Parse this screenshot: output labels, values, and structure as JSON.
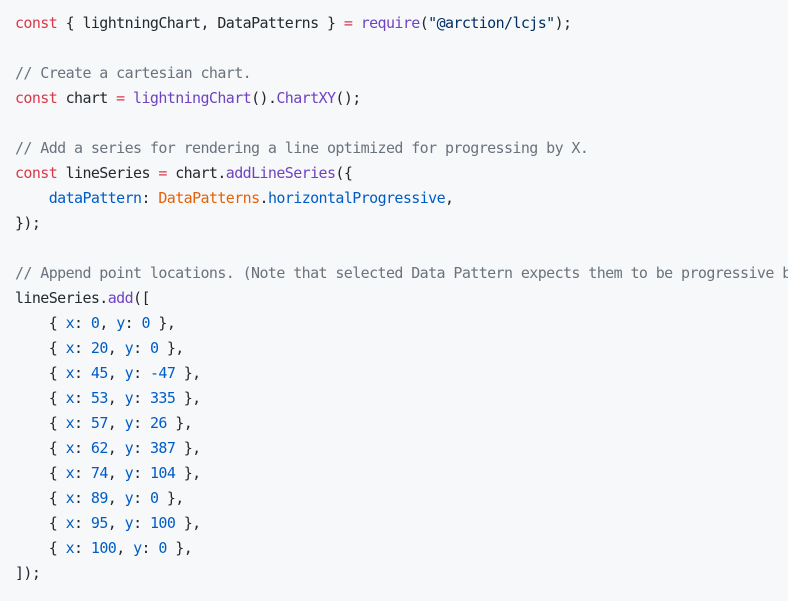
{
  "code": {
    "language": "javascript",
    "lines": [
      [
        [
          "kw",
          "const"
        ],
        [
          "plain",
          " { lightningChart, DataPatterns } "
        ],
        [
          "kw",
          "="
        ],
        [
          "plain",
          " "
        ],
        [
          "fn",
          "require"
        ],
        [
          "plain",
          "("
        ],
        [
          "str",
          "\"@arction/lcjs\""
        ],
        [
          "plain",
          ");"
        ]
      ],
      [],
      [
        [
          "cmt",
          "// Create a cartesian chart."
        ]
      ],
      [
        [
          "kw",
          "const"
        ],
        [
          "plain",
          " chart "
        ],
        [
          "kw",
          "="
        ],
        [
          "plain",
          " "
        ],
        [
          "fn",
          "lightningChart"
        ],
        [
          "plain",
          "()."
        ],
        [
          "fn",
          "ChartXY"
        ],
        [
          "plain",
          "();"
        ]
      ],
      [],
      [
        [
          "cmt",
          "// Add a series for rendering a line optimized for progressing by X."
        ]
      ],
      [
        [
          "kw",
          "const"
        ],
        [
          "plain",
          " lineSeries "
        ],
        [
          "kw",
          "="
        ],
        [
          "plain",
          " chart."
        ],
        [
          "fn",
          "addLineSeries"
        ],
        [
          "plain",
          "({"
        ]
      ],
      [
        [
          "plain",
          "    "
        ],
        [
          "prop",
          "dataPattern"
        ],
        [
          "plain",
          ": "
        ],
        [
          "cls",
          "DataPatterns"
        ],
        [
          "plain",
          "."
        ],
        [
          "prop",
          "horizontalProgressive"
        ],
        [
          "plain",
          ","
        ]
      ],
      [
        [
          "plain",
          "});"
        ]
      ],
      [],
      [
        [
          "cmt",
          "// Append point locations. (Note that selected Data Pattern expects them to be progressive by X)"
        ]
      ],
      [
        [
          "plain",
          "lineSeries."
        ],
        [
          "fn",
          "add"
        ],
        [
          "plain",
          "(["
        ]
      ],
      [
        [
          "plain",
          "    { "
        ],
        [
          "prop",
          "x"
        ],
        [
          "plain",
          ": "
        ],
        [
          "num",
          "0"
        ],
        [
          "plain",
          ", "
        ],
        [
          "prop",
          "y"
        ],
        [
          "plain",
          ": "
        ],
        [
          "num",
          "0"
        ],
        [
          "plain",
          " },"
        ]
      ],
      [
        [
          "plain",
          "    { "
        ],
        [
          "prop",
          "x"
        ],
        [
          "plain",
          ": "
        ],
        [
          "num",
          "20"
        ],
        [
          "plain",
          ", "
        ],
        [
          "prop",
          "y"
        ],
        [
          "plain",
          ": "
        ],
        [
          "num",
          "0"
        ],
        [
          "plain",
          " },"
        ]
      ],
      [
        [
          "plain",
          "    { "
        ],
        [
          "prop",
          "x"
        ],
        [
          "plain",
          ": "
        ],
        [
          "num",
          "45"
        ],
        [
          "plain",
          ", "
        ],
        [
          "prop",
          "y"
        ],
        [
          "plain",
          ": "
        ],
        [
          "num",
          "-47"
        ],
        [
          "plain",
          " },"
        ]
      ],
      [
        [
          "plain",
          "    { "
        ],
        [
          "prop",
          "x"
        ],
        [
          "plain",
          ": "
        ],
        [
          "num",
          "53"
        ],
        [
          "plain",
          ", "
        ],
        [
          "prop",
          "y"
        ],
        [
          "plain",
          ": "
        ],
        [
          "num",
          "335"
        ],
        [
          "plain",
          " },"
        ]
      ],
      [
        [
          "plain",
          "    { "
        ],
        [
          "prop",
          "x"
        ],
        [
          "plain",
          ": "
        ],
        [
          "num",
          "57"
        ],
        [
          "plain",
          ", "
        ],
        [
          "prop",
          "y"
        ],
        [
          "plain",
          ": "
        ],
        [
          "num",
          "26"
        ],
        [
          "plain",
          " },"
        ]
      ],
      [
        [
          "plain",
          "    { "
        ],
        [
          "prop",
          "x"
        ],
        [
          "plain",
          ": "
        ],
        [
          "num",
          "62"
        ],
        [
          "plain",
          ", "
        ],
        [
          "prop",
          "y"
        ],
        [
          "plain",
          ": "
        ],
        [
          "num",
          "387"
        ],
        [
          "plain",
          " },"
        ]
      ],
      [
        [
          "plain",
          "    { "
        ],
        [
          "prop",
          "x"
        ],
        [
          "plain",
          ": "
        ],
        [
          "num",
          "74"
        ],
        [
          "plain",
          ", "
        ],
        [
          "prop",
          "y"
        ],
        [
          "plain",
          ": "
        ],
        [
          "num",
          "104"
        ],
        [
          "plain",
          " },"
        ]
      ],
      [
        [
          "plain",
          "    { "
        ],
        [
          "prop",
          "x"
        ],
        [
          "plain",
          ": "
        ],
        [
          "num",
          "89"
        ],
        [
          "plain",
          ", "
        ],
        [
          "prop",
          "y"
        ],
        [
          "plain",
          ": "
        ],
        [
          "num",
          "0"
        ],
        [
          "plain",
          " },"
        ]
      ],
      [
        [
          "plain",
          "    { "
        ],
        [
          "prop",
          "x"
        ],
        [
          "plain",
          ": "
        ],
        [
          "num",
          "95"
        ],
        [
          "plain",
          ", "
        ],
        [
          "prop",
          "y"
        ],
        [
          "plain",
          ": "
        ],
        [
          "num",
          "100"
        ],
        [
          "plain",
          " },"
        ]
      ],
      [
        [
          "plain",
          "    { "
        ],
        [
          "prop",
          "x"
        ],
        [
          "plain",
          ": "
        ],
        [
          "num",
          "100"
        ],
        [
          "plain",
          ", "
        ],
        [
          "prop",
          "y"
        ],
        [
          "plain",
          ": "
        ],
        [
          "num",
          "0"
        ],
        [
          "plain",
          " },"
        ]
      ],
      [
        [
          "plain",
          "]);"
        ]
      ]
    ]
  },
  "colors": {
    "background": "#f6f8fa",
    "keyword": "#d73a49",
    "string": "#032f62",
    "comment": "#6a737d",
    "function": "#6f42c1",
    "property": "#005cc5",
    "class": "#e36209",
    "number": "#005cc5",
    "text": "#24292e"
  }
}
